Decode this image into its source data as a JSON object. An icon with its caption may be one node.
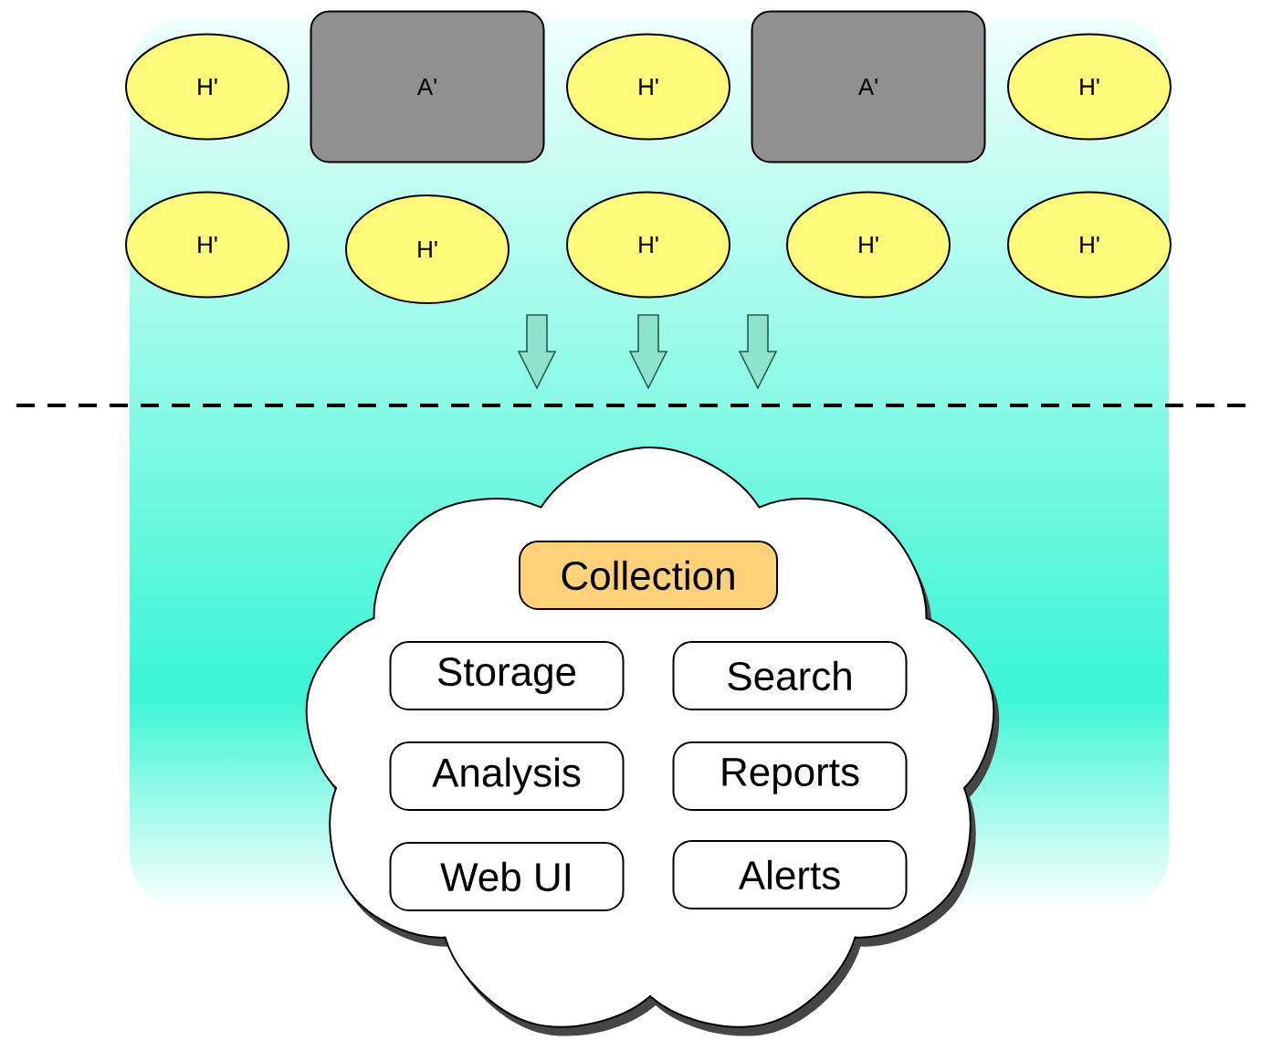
{
  "diagram": {
    "nodes": [
      {
        "text": [
          "H'"
        ]
      },
      {
        "text": [
          "A'"
        ]
      },
      {
        "text": [
          "H'"
        ]
      },
      {
        "text": [
          "A'"
        ]
      },
      {
        "text": [
          "H'"
        ]
      },
      {
        "text": [
          "H'"
        ]
      },
      {
        "text": [
          "H'"
        ]
      },
      {
        "text": [
          "H'"
        ]
      },
      {
        "text": [
          "H'"
        ]
      },
      {
        "text": [
          "H'"
        ]
      },
      {
        "text": [],
        "shape": "cloud"
      },
      {
        "text": [
          "Collection"
        ],
        "in": 10
      },
      {
        "text": [
          "Storage"
        ],
        "in": 10
      },
      {
        "text": [
          "Search"
        ],
        "in": 10
      },
      {
        "text": [
          "Analysis"
        ],
        "in": 10
      },
      {
        "text": [
          "Reports"
        ],
        "in": 10
      },
      {
        "text": [
          "Web UI"
        ],
        "in": 10
      },
      {
        "text": [
          "Alerts"
        ],
        "in": 10
      }
    ]
  }
}
